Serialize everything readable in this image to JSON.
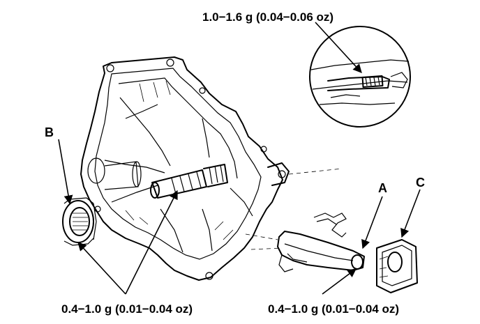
{
  "annotations": {
    "detail_grease": "1.0−1.6 g (0.04−0.06 oz)",
    "left_grease": "0.4−1.0 g (0.01−0.04 oz)",
    "right_grease": "0.4−1.0 g (0.01−0.04 oz)"
  },
  "callouts": {
    "a": "A",
    "b": "B",
    "c": "C"
  }
}
